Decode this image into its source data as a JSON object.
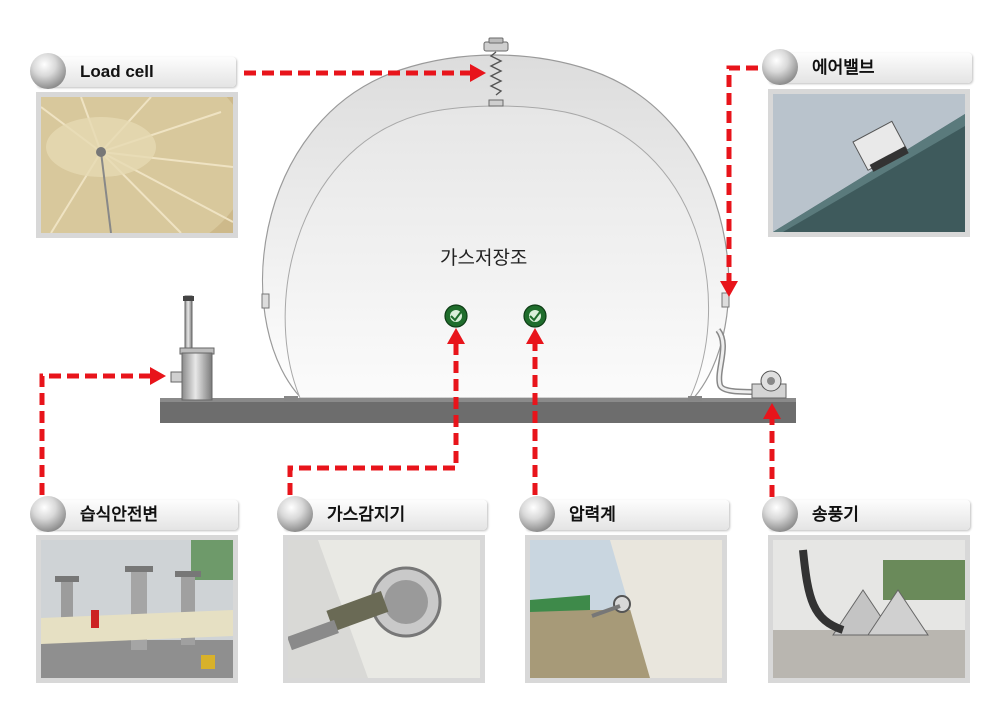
{
  "tank": {
    "label": "가스저장조"
  },
  "components": {
    "load_cell": "Load cell",
    "air_valve": "에어밸브",
    "wet_safety_valve": "습식안전변",
    "gas_detector": "가스감지기",
    "pressure_gauge": "압력계",
    "blower": "송풍기"
  },
  "colors": {
    "arrow": "#e8141b",
    "base": "#6d6d6d",
    "sensor": "#2e8b3a"
  }
}
